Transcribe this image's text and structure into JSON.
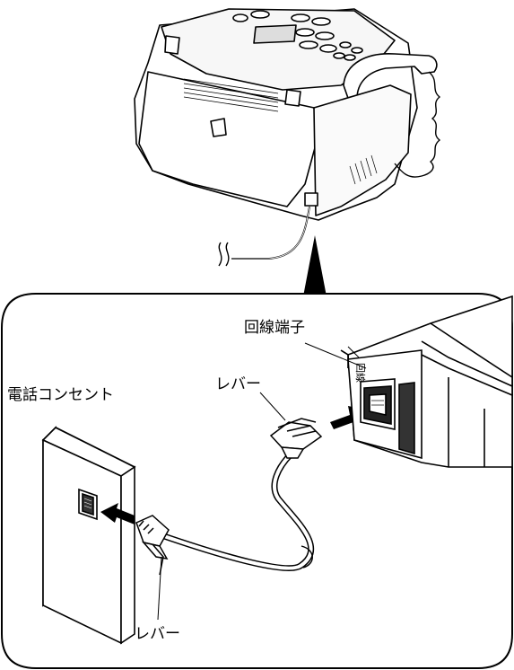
{
  "labels": {
    "line_terminal": "回線端子",
    "wall_outlet": "電話コンセント",
    "lever_top": "レバー",
    "lever_bottom": "レバー",
    "port_marking": "回線"
  }
}
